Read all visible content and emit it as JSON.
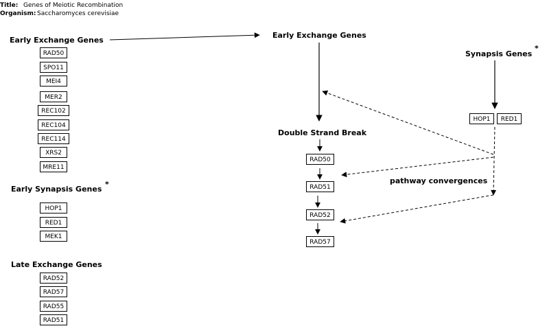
{
  "meta": {
    "title_label": "Title:",
    "title_value": "Genes of Meiotic Recombination",
    "organism_label": "Organism:",
    "organism_value": "Saccharomyces cerevisiae"
  },
  "left": {
    "early_exchange": {
      "heading": "Early Exchange Genes",
      "genes": [
        "RAD50",
        "SPO11",
        "MEI4",
        "MER2",
        "REC102",
        "REC104",
        "REC114",
        "XRS2",
        "MRE11"
      ]
    },
    "early_synapsis": {
      "heading": "Early Synapsis Genes",
      "marker": "*",
      "genes": [
        "HOP1",
        "RED1",
        "MEK1"
      ]
    },
    "late_exchange": {
      "heading": "Late Exchange Genes",
      "genes": [
        "RAD52",
        "RAD57",
        "RAD55",
        "RAD51"
      ]
    }
  },
  "right": {
    "early_exchange_heading": "Early Exchange Genes",
    "synapsis": {
      "heading": "Synapsis Genes",
      "marker": "*",
      "genes": [
        "HOP1",
        "RED1"
      ]
    },
    "dsb": {
      "heading": "Double Strand Break",
      "genes": [
        "RAD50",
        "RAD51",
        "RAD52",
        "RAD57"
      ]
    },
    "convergence_label": "pathway convergences"
  }
}
